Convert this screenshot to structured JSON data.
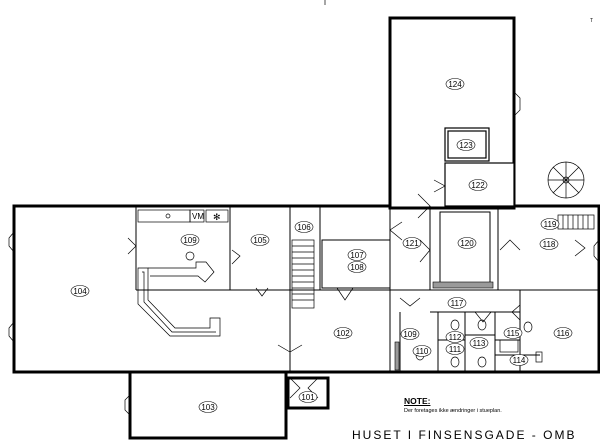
{
  "rooms": [
    {
      "id": "r124",
      "label": "124"
    },
    {
      "id": "r123",
      "label": "123"
    },
    {
      "id": "r122",
      "label": "122"
    },
    {
      "id": "r119",
      "label": "119"
    },
    {
      "id": "r118",
      "label": "118"
    },
    {
      "id": "r120",
      "label": "120"
    },
    {
      "id": "r121",
      "label": "121"
    },
    {
      "id": "r107",
      "label": "107"
    },
    {
      "id": "r108",
      "label": "108"
    },
    {
      "id": "r106",
      "label": "106"
    },
    {
      "id": "r105",
      "label": "105"
    },
    {
      "id": "r109",
      "label": "109"
    },
    {
      "id": "r104",
      "label": "104"
    },
    {
      "id": "r102",
      "label": "102"
    },
    {
      "id": "r117",
      "label": "117"
    },
    {
      "id": "r116",
      "label": "116"
    },
    {
      "id": "r115",
      "label": "115"
    },
    {
      "id": "r112",
      "label": "112"
    },
    {
      "id": "r113",
      "label": "113"
    },
    {
      "id": "r111",
      "label": "111"
    },
    {
      "id": "r110",
      "label": "110"
    },
    {
      "id": "r109b",
      "label": "109"
    },
    {
      "id": "r114",
      "label": "114"
    },
    {
      "id": "r101",
      "label": "101"
    },
    {
      "id": "r103",
      "label": "103"
    }
  ],
  "fixtures": {
    "vm": "VM"
  },
  "note": {
    "title": "NOTE:",
    "text": "Der foretages ikke ændringer i stueplan."
  },
  "title_block": {
    "text": "HUSET  I  FINSENSGADE  -  OMB"
  },
  "corner_mark": "T"
}
